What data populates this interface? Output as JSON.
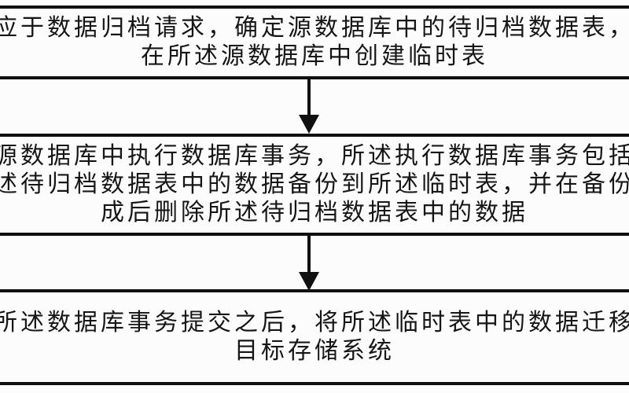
{
  "flowchart": {
    "colors": {
      "ink": "#101010",
      "background": "#fcfcfc"
    },
    "steps": [
      {
        "id": "step-1",
        "lines": [
          "应于数据归档请求，确定源数据库中的待归档数据表，",
          "在所述源数据库中创建临时表"
        ]
      },
      {
        "id": "step-2",
        "lines": [
          "源数据库中执行数据库事务，所述执行数据库事务包括",
          "述待归档数据表中的数据备份到所述临时表，并在备份",
          "成后删除所述待归档数据表中的数据"
        ]
      },
      {
        "id": "step-3",
        "lines": [
          "所述数据库事务提交之后，将所述临时表中的数据迁移",
          "目标存储系统"
        ]
      }
    ]
  }
}
